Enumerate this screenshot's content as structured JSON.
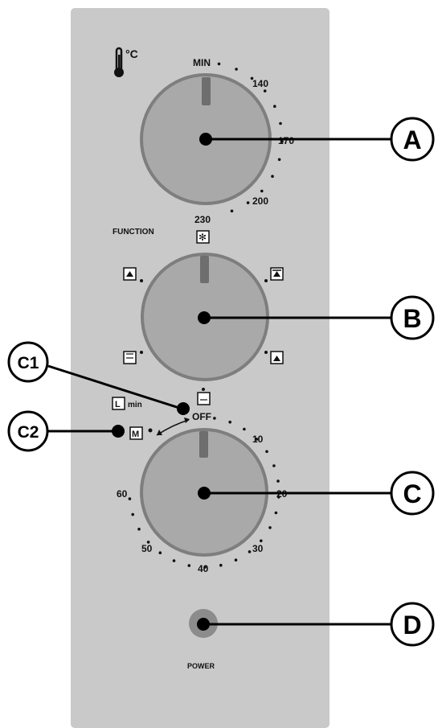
{
  "panel": {
    "units": "°C",
    "function_label": "FUNCTION",
    "power_label": "POWER",
    "timer_min_label": "min",
    "manual_mode_glyph": "M",
    "timer_glyph": "L",
    "colors": {
      "panel": "#c9c9c9",
      "knob_fill": "#a9a9a9",
      "knob_ring": "#7e7e7e",
      "pointer": "#6e6e6e",
      "power_button": "#8c8c8c",
      "callout_line": "#000000"
    }
  },
  "thermostat_knob": {
    "scale_labels": [
      "MIN",
      "140",
      "170",
      "200",
      "230"
    ],
    "icon": "thermometer-icon"
  },
  "function_knob": {
    "icons": [
      "defrost-icon",
      "top-heat-icon",
      "top-bottom-heat-icon",
      "fan-icon",
      "bottom-heat-icon",
      "grill-icon",
      "oven-light-icon"
    ]
  },
  "timer_knob": {
    "scale_labels": [
      "OFF",
      "10",
      "20",
      "30",
      "40",
      "50",
      "60"
    ]
  },
  "callouts": {
    "a": "A",
    "b": "B",
    "c": "C",
    "c1": "C1",
    "c2": "C2",
    "d": "D"
  }
}
